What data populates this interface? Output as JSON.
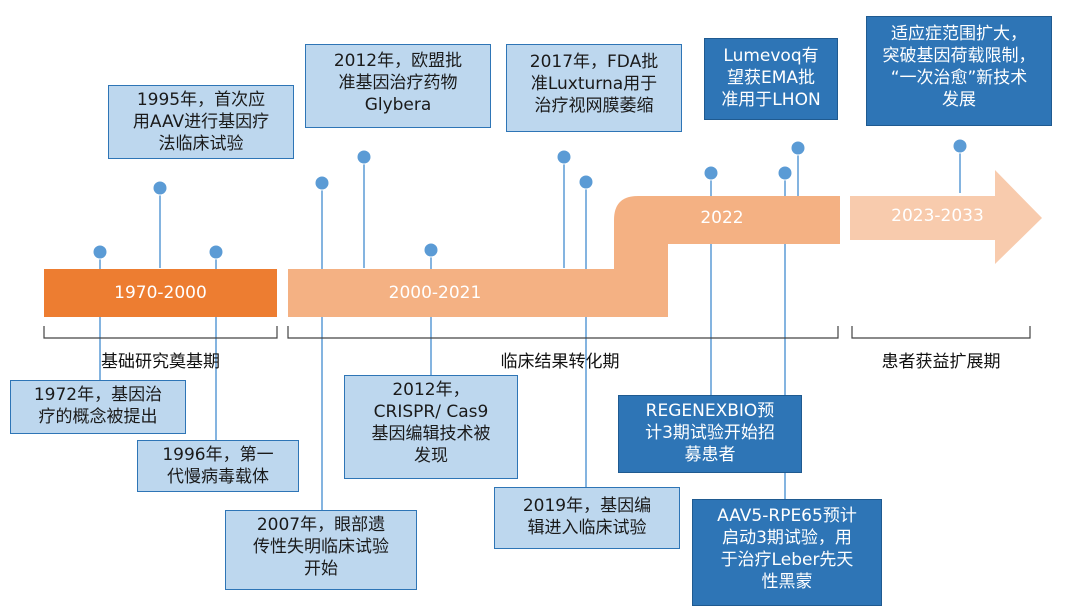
{
  "colors": {
    "dark_orange": "#ed7d31",
    "light_orange": "#f4b183",
    "pale_orange": "#f8cbad",
    "light_blue": "#bdd7ee",
    "dark_blue": "#2e75b6",
    "marker_blue": "#5b9bd5"
  },
  "bands": {
    "band1": "1970-2000",
    "band2": "2000-2021",
    "band3": "2022",
    "band4": "2023-2033"
  },
  "phases": {
    "phase1": "基础研究奠基期",
    "phase2": "临床结果转化期",
    "phase3": "患者获益扩展期"
  },
  "events": {
    "e1995": "1995年，首次应\n用AAV进行基因疗\n法临床试验",
    "e2012eu": "2012年，欧盟批\n准基因治疗药物\nGlybera",
    "e2017": "2017年，FDA批\n准Luxturna用于\n治疗视网膜萎缩",
    "lumevoq": "Lumevoq有\n望获EMA批\n准用于LHON",
    "future": "适应症范围扩大，\n突破基因荷载限制，\n“一次治愈”新技术\n发展",
    "e1972": "1972年，基因治\n疗的概念被提出",
    "e1996": "1996年，第一\n代慢病毒载体",
    "e2007": "2007年，眼部遗\n传性失明临床试验\n开始",
    "e2012crispr": "2012年，\nCRISPR/ Cas9\n基因编辑技术被\n发现",
    "e2019": "2019年，基因编\n辑进入临床试验",
    "regenx": "REGENEXBIO预\n计3期试验开始招\n募患者",
    "aav5": "AAV5-RPE65预计\n启动3期试验，用\n于治疗Leber先天\n性黑蒙"
  }
}
